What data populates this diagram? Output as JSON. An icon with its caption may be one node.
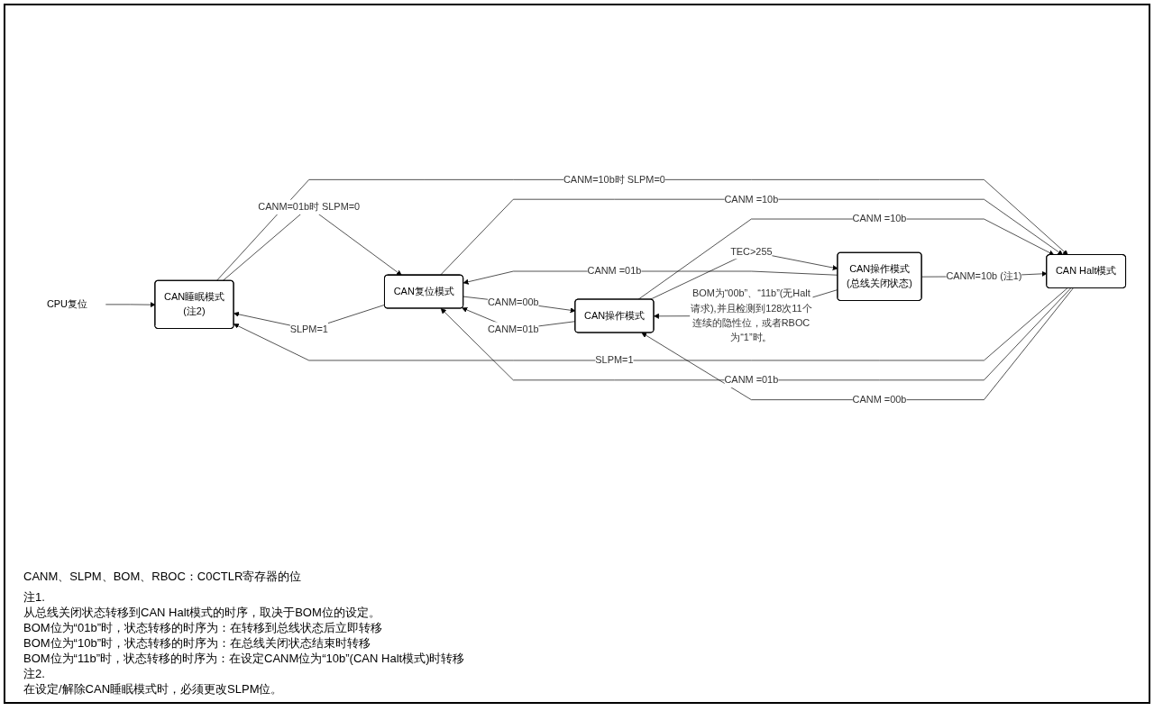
{
  "diagram": {
    "nodes": [
      {
        "text": [
          "CPU复位"
        ]
      },
      {
        "text": [
          "CAN睡眠模式",
          "(注2)"
        ]
      },
      {
        "text": [
          "CAN复位模式"
        ]
      },
      {
        "text": [
          "CAN操作模式"
        ]
      },
      {
        "text": [
          "CAN Halt模式"
        ]
      },
      {
        "text": [
          "CAN操作模式",
          "(总线关闭状态)"
        ]
      }
    ],
    "edges": [
      {
        "from": 0,
        "to": 1,
        "arrow": "to"
      },
      {
        "from": 1,
        "to": 2,
        "arrow": "to",
        "label": "CANM=01b时 SLPM=0"
      },
      {
        "from": 2,
        "to": 1,
        "arrow": "to",
        "label": "SLPM=1"
      },
      {
        "from": 2,
        "to": 3,
        "arrow": "to",
        "label": "CANM=00b"
      },
      {
        "from": 3,
        "to": 2,
        "arrow": "to",
        "label": "CANM=01b"
      },
      {
        "from": 1,
        "to": 4,
        "arrow": "to",
        "label": "CANM=10b时 SLPM=0"
      },
      {
        "from": 4,
        "to": 1,
        "arrow": "to",
        "label": "SLPM=1"
      },
      {
        "from": 2,
        "to": 4,
        "arrow": "to",
        "label": "CANM =10b"
      },
      {
        "from": 4,
        "to": 2,
        "arrow": "to",
        "label": "CANM =01b"
      },
      {
        "from": 4,
        "to": 3,
        "arrow": "to",
        "label": "CANM =00b"
      },
      {
        "from": 3,
        "to": 4,
        "arrow": "to",
        "label": "CANM =10b"
      },
      {
        "from": 5,
        "to": 2,
        "arrow": "to",
        "label": "CANM =01b"
      },
      {
        "from": 3,
        "to": 5,
        "arrow": "to",
        "label": "TEC>255"
      },
      {
        "from": 5,
        "to": 3,
        "arrow": "to",
        "label": "BOM为“00b”、“11b”(无Halt请求),并且检测到128次11个连续的隐性位，或者RBOC为“1”时。"
      },
      {
        "from": 5,
        "to": 4,
        "arrow": "to",
        "label": "CANM=10b (注1)"
      }
    ],
    "labels": [
      "CANM、SLPM、BOM、RBOC：C0CTLR寄存器的位",
      "注1.",
      "从总线关闭状态转移到CAN Halt模式的时序，取决于BOM位的设定。",
      "BOM位为“01b”时，状态转移的时序为：在转移到总线状态后立即转移",
      "BOM位为“10b”时，状态转移的时序为：在总线关闭状态结束时转移",
      "BOM位为“11b”时，状态转移的时序为：在设定CANM位为“10b”(CAN Halt模式)时转移",
      "注2.",
      "在设定/解除CAN睡眠模式时，必须更改SLPM位。"
    ]
  }
}
